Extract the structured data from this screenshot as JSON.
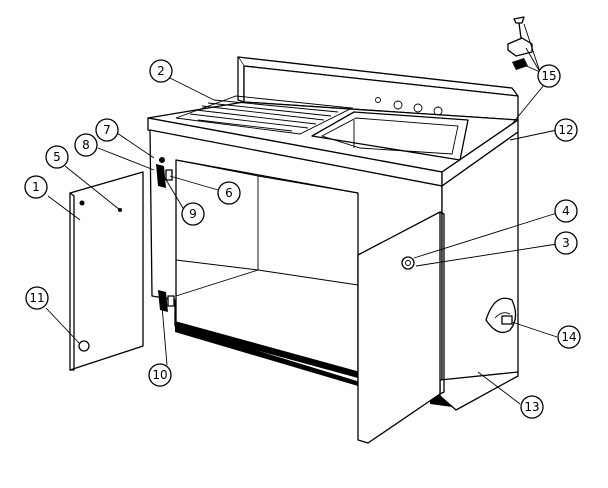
{
  "diagram": {
    "title": "",
    "callouts": [
      {
        "id": "c1",
        "label": "1"
      },
      {
        "id": "c2",
        "label": "2"
      },
      {
        "id": "c3",
        "label": "3"
      },
      {
        "id": "c4",
        "label": "4"
      },
      {
        "id": "c5",
        "label": "5"
      },
      {
        "id": "c6",
        "label": "6"
      },
      {
        "id": "c7",
        "label": "7"
      },
      {
        "id": "c8",
        "label": "8"
      },
      {
        "id": "c9",
        "label": "9"
      },
      {
        "id": "c10",
        "label": "10"
      },
      {
        "id": "c11",
        "label": "11"
      },
      {
        "id": "c12",
        "label": "12"
      },
      {
        "id": "c13",
        "label": "13"
      },
      {
        "id": "c14",
        "label": "14"
      },
      {
        "id": "c15",
        "label": "15"
      }
    ]
  }
}
